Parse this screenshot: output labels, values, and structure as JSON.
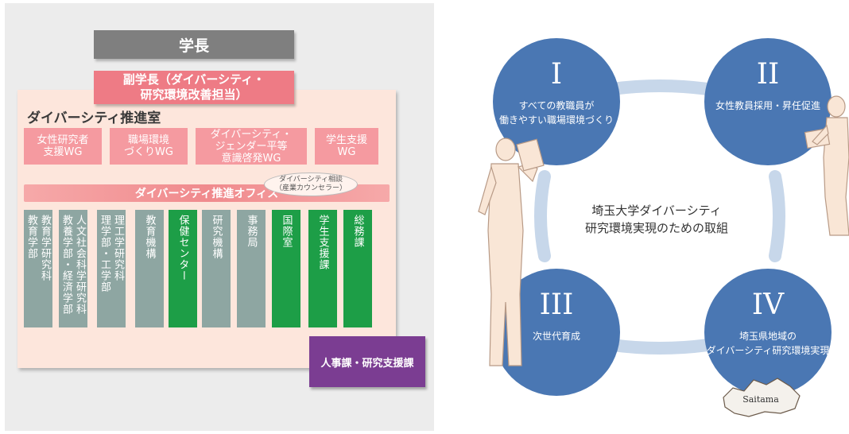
{
  "org_chart": {
    "president": "学長",
    "vice_president": [
      "副学長（ダイバーシティ・",
      "研究環境改善担当）"
    ],
    "office_room": "ダイバーシティ推進室",
    "working_groups": [
      {
        "lines": [
          "女性研究者",
          "支援WG"
        ]
      },
      {
        "lines": [
          "職場環境",
          "づくりWG"
        ]
      },
      {
        "lines": [
          "ダイバーシティ・",
          "ジェンダー平等",
          "意識啓発WG"
        ]
      },
      {
        "lines": [
          "学生支援",
          "WG"
        ]
      }
    ],
    "counseling": [
      "ダイバーシティ相談",
      "（産業カウンセラー）"
    ],
    "office": "ダイバーシティ推進オフィス",
    "departments": [
      {
        "lines": [
          "教育学研究科",
          "教育学部"
        ]
      },
      {
        "lines": [
          "人文社会科学研究科",
          "教養学部・経済学部"
        ]
      },
      {
        "lines": [
          "理工学研究科",
          "理学部・工学部"
        ]
      },
      {
        "lines": [
          "教育機構"
        ]
      },
      {
        "lines": [
          "保健センター"
        ]
      },
      {
        "lines": [
          "研究機構"
        ]
      },
      {
        "lines": [
          "事務局"
        ]
      },
      {
        "lines": [
          "国際室"
        ]
      },
      {
        "lines": [
          "学生支援課"
        ]
      },
      {
        "lines": [
          "総務課"
        ]
      }
    ],
    "hr_section": "人事課・研究支援課",
    "colors": {
      "president": "#7f7f7f",
      "vice_president": "#ee7b85",
      "working_group": "#f59aa0",
      "department_gray": "#8ea6a2",
      "department_green": "#1d9e47",
      "hr": "#7b3d92"
    }
  },
  "cycle": {
    "center": [
      "埼玉大学ダイバーシティ",
      "研究環境実現のための取組"
    ],
    "items": [
      {
        "numeral": "I",
        "text": [
          "すべての教職員が",
          "働きやすい職場環境づくり"
        ]
      },
      {
        "numeral": "II",
        "text": [
          "女性教員採用・昇任促進"
        ]
      },
      {
        "numeral": "III",
        "text": [
          "次世代育成"
        ]
      },
      {
        "numeral": "IV",
        "text": [
          "埼玉県地域の",
          "ダイバーシティ研究環境実現"
        ]
      }
    ],
    "map_label": "Saitama",
    "colors": {
      "circle": "#4a77b3",
      "connector": "#c7d7ea"
    }
  }
}
